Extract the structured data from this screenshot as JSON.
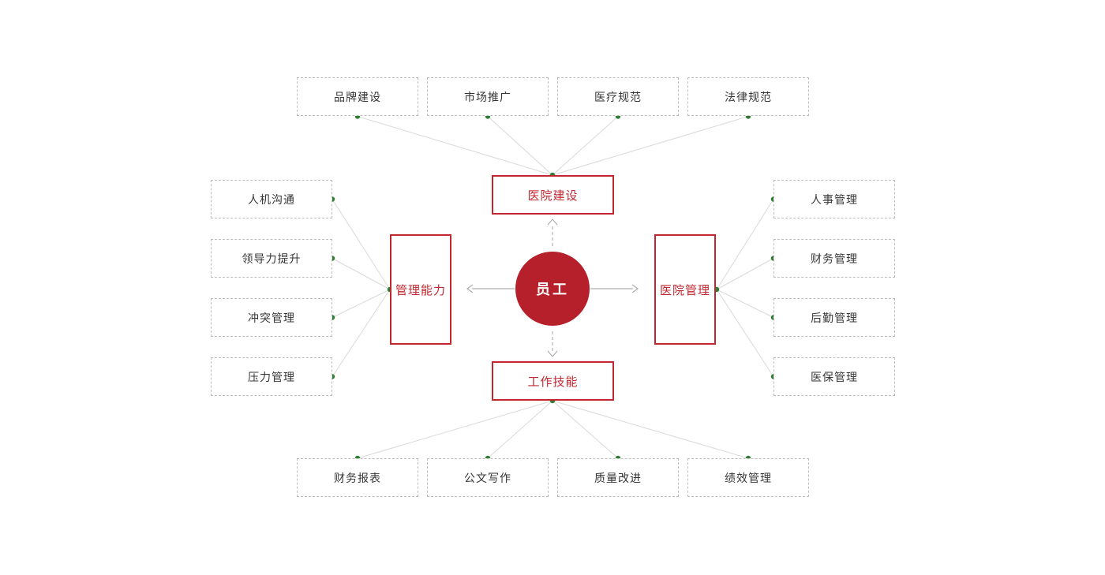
{
  "diagram": {
    "center": {
      "label": "员工"
    },
    "categories": [
      {
        "id": "hospital-construction",
        "label": "医院建设",
        "position": "top"
      },
      {
        "id": "management-ability",
        "label": "管理能力",
        "position": "left"
      },
      {
        "id": "hospital-management",
        "label": "医院管理",
        "position": "right"
      },
      {
        "id": "work-skills",
        "label": "工作技能",
        "position": "bottom"
      }
    ],
    "leaves": {
      "top": [
        "品牌建设",
        "市场推广",
        "医疗规范",
        "法律规范"
      ],
      "left": [
        "人机沟通",
        "领导力提升",
        "冲突管理",
        "压力管理"
      ],
      "right": [
        "人事管理",
        "财务管理",
        "后勤管理",
        "医保管理"
      ],
      "bottom": [
        "财务报表",
        "公文写作",
        "质量改进",
        "绩效管理"
      ]
    },
    "colors": {
      "center_fill": "#b5202a",
      "category_red": "#c2262e",
      "dot_green": "#2e7d32",
      "connector_gray": "#d9d9d9",
      "arrow_gray": "#9a9a9a",
      "leaf_border": "#bdbdbd",
      "leaf_text": "#363636"
    }
  }
}
